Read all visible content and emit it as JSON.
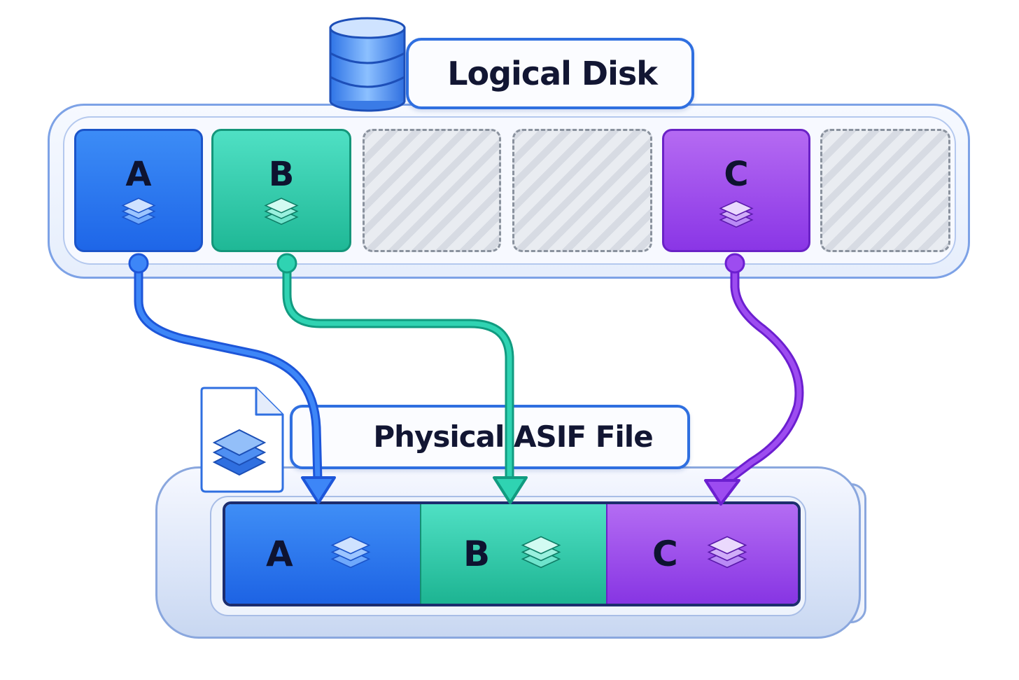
{
  "logical_disk": {
    "title": "Logical Disk",
    "blocks": [
      {
        "label": "A",
        "type": "data",
        "color": "#2f7cf2"
      },
      {
        "label": "B",
        "type": "data",
        "color": "#2ccaa8"
      },
      {
        "label": "",
        "type": "empty"
      },
      {
        "label": "",
        "type": "empty"
      },
      {
        "label": "C",
        "type": "data",
        "color": "#9a46ec"
      },
      {
        "label": "",
        "type": "empty"
      }
    ]
  },
  "physical_file": {
    "title": "Physical ASIF File",
    "segments": [
      {
        "label": "A",
        "color": "#2f7cf2"
      },
      {
        "label": "B",
        "color": "#2ccaa8"
      },
      {
        "label": "C",
        "color": "#9a46ec"
      }
    ]
  },
  "icons": {
    "disk": "database-cylinder-icon",
    "file": "document-layers-icon",
    "block": "stacked-layers-icon"
  },
  "colors": {
    "accent_blue": "#2f6fe0",
    "block_a": "#2f7cf2",
    "block_b": "#2ccaa8",
    "block_c": "#9a46ec",
    "empty_block": "#dde1e8"
  }
}
